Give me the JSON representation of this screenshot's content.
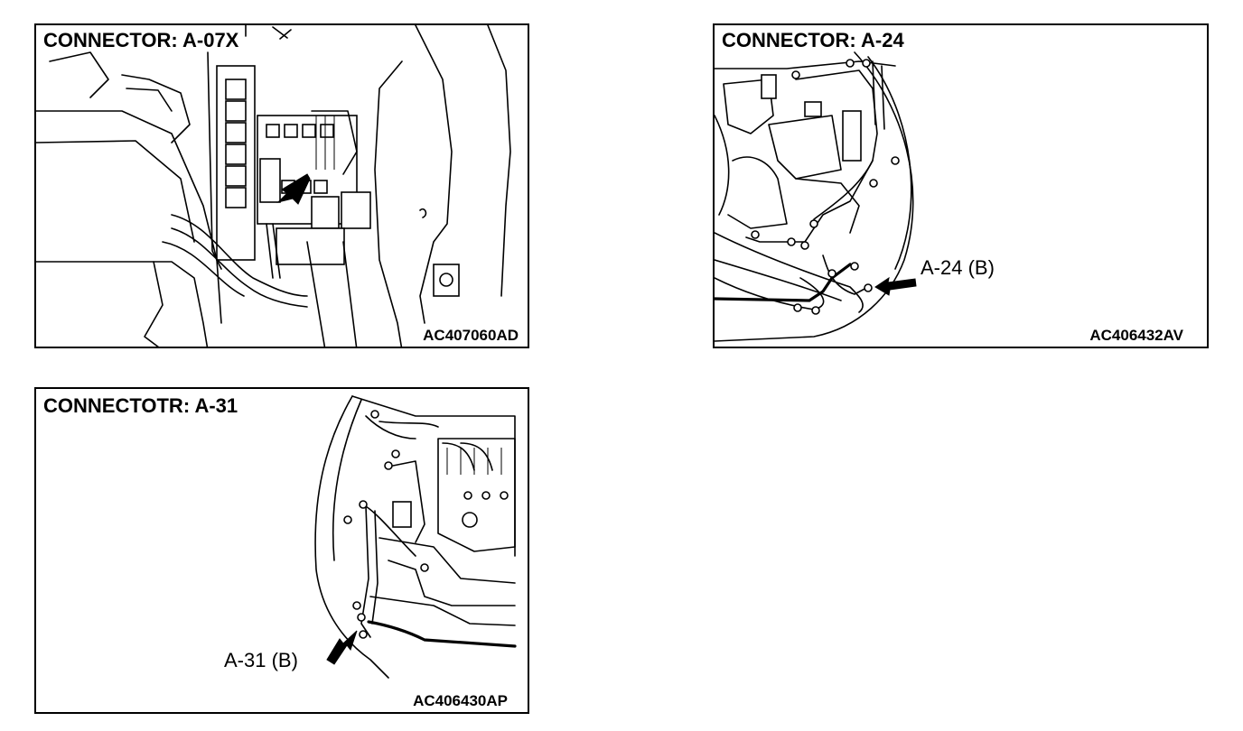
{
  "panels": [
    {
      "title": "CONNECTOR: A-07X",
      "figure_code": "AC407060AD",
      "callout": ""
    },
    {
      "title": "CONNECTOR: A-24",
      "figure_code": "AC406432AV",
      "callout": "A-24 (B)"
    },
    {
      "title": "CONNECTOTR: A-31",
      "figure_code": "AC406430AP",
      "callout": "A-31 (B)"
    }
  ]
}
